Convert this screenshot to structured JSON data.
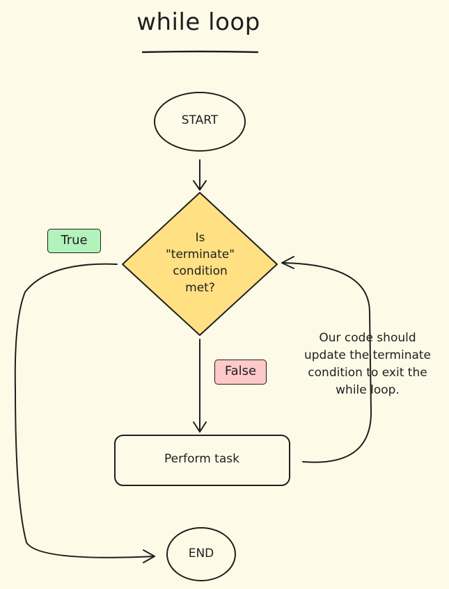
{
  "diagram": {
    "title": "while loop",
    "nodes": {
      "start": "START",
      "condition_lines": [
        "Is",
        "\"terminate\"",
        "condition",
        "met?"
      ],
      "task": "Perform task",
      "end": "END"
    },
    "edge_labels": {
      "true": "True",
      "false": "False"
    },
    "note_lines": [
      "Our code should",
      "update the terminate",
      "condition to exit the",
      "while loop."
    ],
    "colors": {
      "background": "#fdfbe8",
      "stroke": "#1e1e1e",
      "decision_fill": "#ffe083",
      "true_tag": "#b2f2bb",
      "false_tag": "#ffc9c9"
    }
  }
}
